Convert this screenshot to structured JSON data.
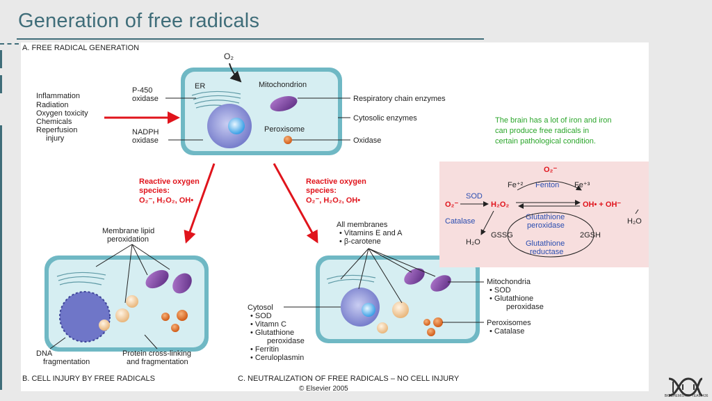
{
  "slide": {
    "title": "Generation of free radicals",
    "note": "The brain has a lot of iron and iron can produce free radicals in certain pathological condition."
  },
  "figure": {
    "panel_a": {
      "heading": "A. FREE RADICAL GENERATION",
      "o2": "O₂",
      "er": "ER",
      "mitochondrion": "Mitochondrion",
      "peroxisome": "Peroxisome",
      "p450": "P-450",
      "p450_2": "oxidase",
      "nadph": "NADPH",
      "nadph_2": "oxidase",
      "causes": [
        "Inflammation",
        "Radiation",
        "Oxygen toxicity",
        "Chemicals",
        "Reperfusion",
        "injury"
      ],
      "resp": "Respiratory chain enzymes",
      "cytosolic": "Cytosolic enzymes",
      "oxidase": "Oxidase"
    },
    "ros_left": {
      "l1": "Reactive oxygen",
      "l2": "species:",
      "l3": "O₂⁻, H₂O₂, OH•"
    },
    "ros_right": {
      "l1": "Reactive oxygen",
      "l2": "species:",
      "l3": "O₂⁻, H₂O₂, OH•"
    },
    "panel_b": {
      "lipid_1": "Membrane lipid",
      "lipid_2": "peroxidation",
      "dna_1": "DNA",
      "dna_2": "fragmentation",
      "protein_1": "Protein cross-linking",
      "protein_2": "and fragmentation",
      "heading": "B. CELL INJURY BY FREE RADICALS"
    },
    "panel_c": {
      "membranes": [
        "All membranes",
        "• Vitamins E and A",
        "• β-carotene"
      ],
      "cytosol": [
        "Cytosol",
        "• SOD",
        "• Vitamn C",
        "• Glutathione",
        "peroxidase",
        "• Ferritin",
        "• Ceruloplasmin"
      ],
      "mito": [
        "Mitochondria",
        "• SOD",
        "• Glutathione",
        "peroxidase"
      ],
      "perox": [
        "Peroxisomes",
        "• Catalase"
      ],
      "heading": "C. NEUTRALIZATION OF FREE RADICALS – NO CELL INJURY",
      "copyright": "© Elsevier 2005"
    },
    "fenton": {
      "o2_top": "O₂⁻",
      "fe2": "Fe⁺²",
      "fenton": "Fenton",
      "fe3": "Fe⁺³",
      "sod": "SOD",
      "o2_left": "O₂⁻",
      "h2o2": "H₂O₂",
      "oh": "OH• + OH⁻",
      "catalase": "Catalase",
      "gpx_1": "Glutathione",
      "gpx_2": "peroxidase",
      "h2o_right": "H₂O",
      "gssg": "GSSG",
      "gsh": "2GSH",
      "h2o_left": "H₂O",
      "gr_1": "Glutathione",
      "gr_2": "reductase"
    }
  },
  "logo": {
    "text": "BIOCHEMISTRY TEAM 436"
  }
}
